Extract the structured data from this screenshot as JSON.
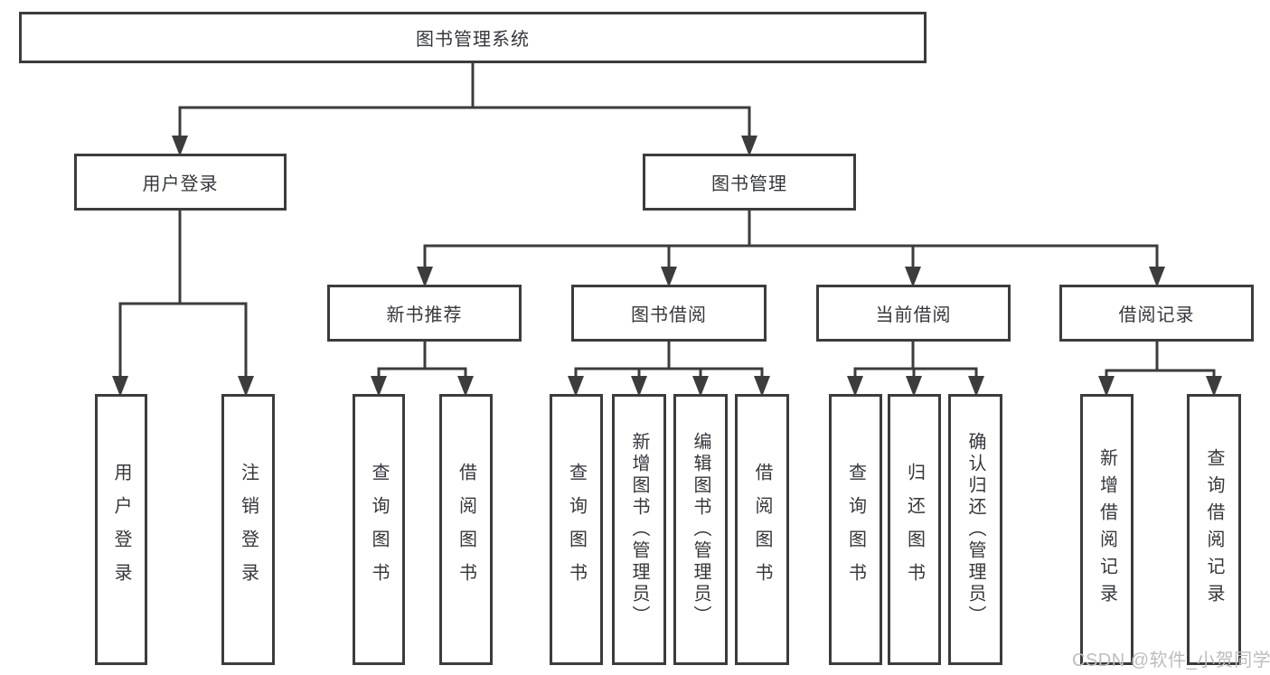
{
  "colors": {
    "line": "#3c3c3c",
    "text": "#35373c",
    "watermark": "#bdbdbd",
    "background": "#ffffff"
  },
  "watermark": "CSDN @软件_小贺同学",
  "tree": {
    "label": "图书管理系统",
    "children": [
      {
        "label": "用户登录",
        "children": [
          {
            "label": "用户登录"
          },
          {
            "label": "注销登录"
          }
        ]
      },
      {
        "label": "图书管理",
        "children": [
          {
            "label": "新书推荐",
            "children": [
              {
                "label": "查询图书"
              },
              {
                "label": "借阅图书"
              }
            ]
          },
          {
            "label": "图书借阅",
            "children": [
              {
                "label": "查询图书"
              },
              {
                "label": "新增图书（管理员）"
              },
              {
                "label": "编辑图书（管理员）"
              },
              {
                "label": "借阅图书"
              }
            ]
          },
          {
            "label": "当前借阅",
            "children": [
              {
                "label": "查询图书"
              },
              {
                "label": "归还图书"
              },
              {
                "label": "确认归还（管理员）"
              }
            ]
          },
          {
            "label": "借阅记录",
            "children": [
              {
                "label": "新增借阅记录"
              },
              {
                "label": "查询借阅记录"
              }
            ]
          }
        ]
      }
    ]
  }
}
